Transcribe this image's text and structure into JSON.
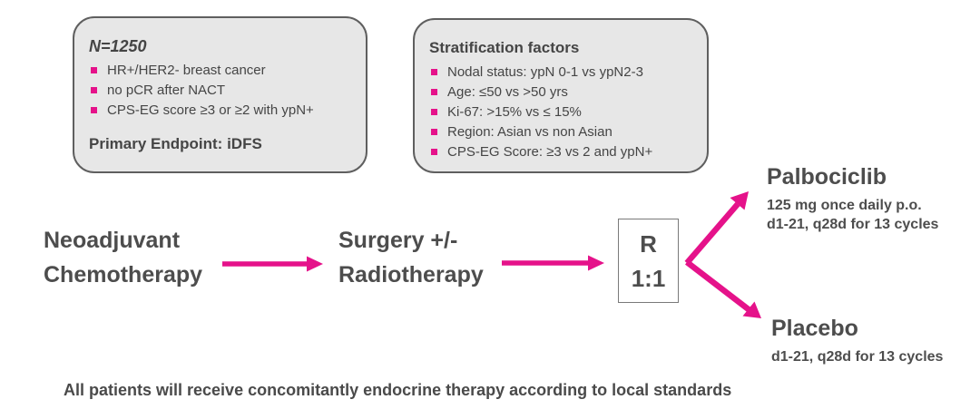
{
  "colors": {
    "accent": "#e5128a",
    "text": "#4a4a4a",
    "box_fill": "#e7e7e7",
    "box_border": "#5f5f5f"
  },
  "eligibility_box": {
    "title": "N=1250",
    "bullets": [
      "HR+/HER2- breast cancer",
      "no pCR after NACT",
      "CPS-EG score ≥3 or ≥2 with ypN+"
    ],
    "endpoint": "Primary Endpoint: iDFS"
  },
  "stratification_box": {
    "title": "Stratification factors",
    "bullets": [
      "Nodal status: ypN 0-1 vs ypN2-3",
      "Age: ≤50 vs >50 yrs",
      "Ki-67: >15% vs ≤ 15%",
      "Region: Asian vs non Asian",
      "CPS-EG Score: ≥3 vs 2 and ypN+"
    ]
  },
  "flow": {
    "step1": {
      "line1": "Neoadjuvant",
      "line2": "Chemotherapy"
    },
    "step2": {
      "line1": "Surgery +/-",
      "line2": "Radiotherapy"
    },
    "randomization": {
      "letter": "R",
      "ratio": "1:1"
    }
  },
  "arms": {
    "palbociclib": {
      "name": "Palbociclib",
      "detail_line1": "125 mg once daily p.o.",
      "detail_line2": "d1-21, q28d for 13 cycles"
    },
    "placebo": {
      "name": "Placebo",
      "detail_line1": "d1-21, q28d for 13 cycles"
    }
  },
  "footer": {
    "note": "All patients will receive concomitantly endocrine therapy according to local standards"
  }
}
